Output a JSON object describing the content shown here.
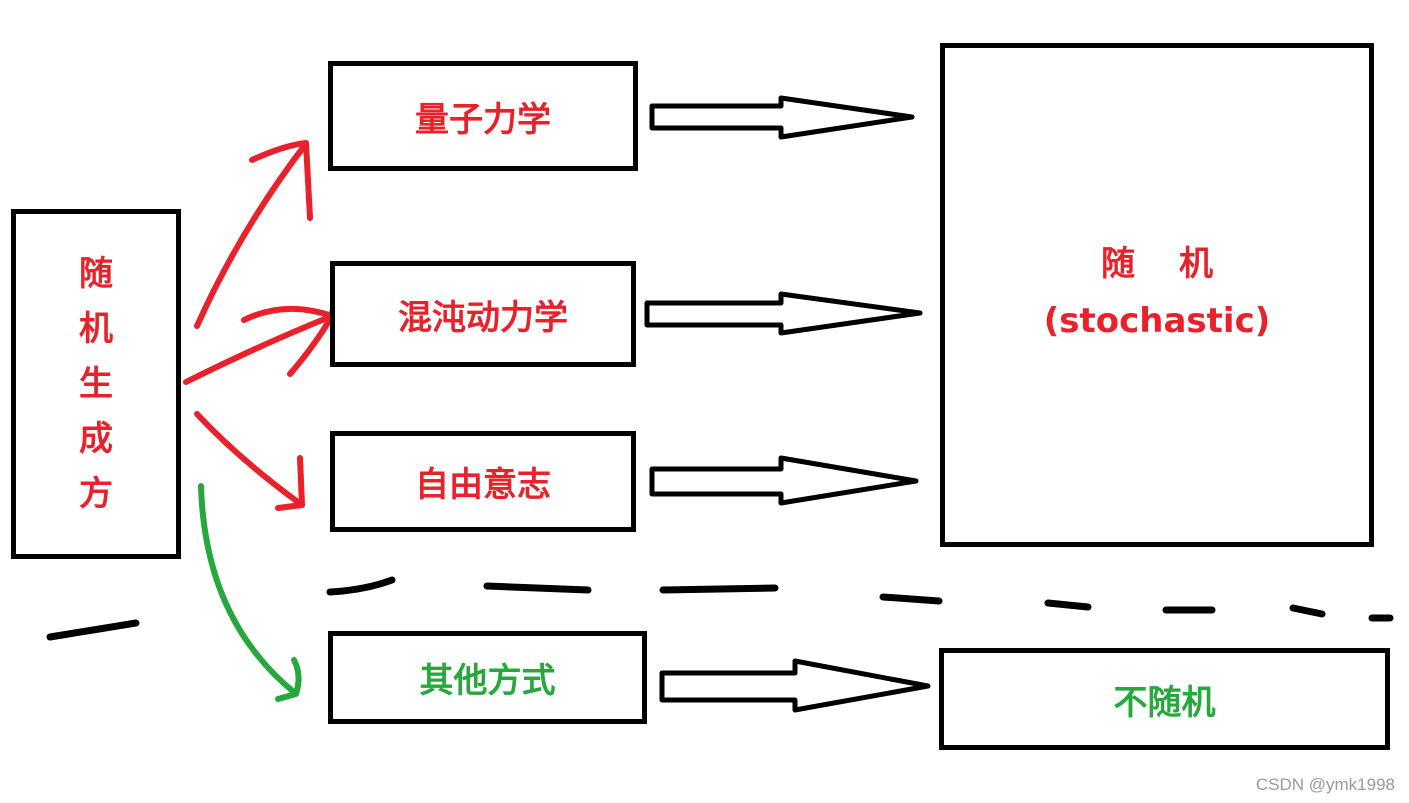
{
  "source": {
    "chars": [
      "随",
      "机",
      "生",
      "成",
      "方"
    ]
  },
  "sources": [
    {
      "label": "量子力学",
      "color": "red"
    },
    {
      "label": "混沌动力学",
      "color": "red"
    },
    {
      "label": "自由意志",
      "color": "red"
    },
    {
      "label": "其他方式",
      "color": "green"
    }
  ],
  "results": {
    "random_title": "随机",
    "random_subtitle": "(stochastic)",
    "not_random": "不随机"
  },
  "watermark": "CSDN @ymk1998",
  "colors": {
    "red": "#e8212b",
    "green": "#27a83c",
    "outline": "#000000"
  }
}
